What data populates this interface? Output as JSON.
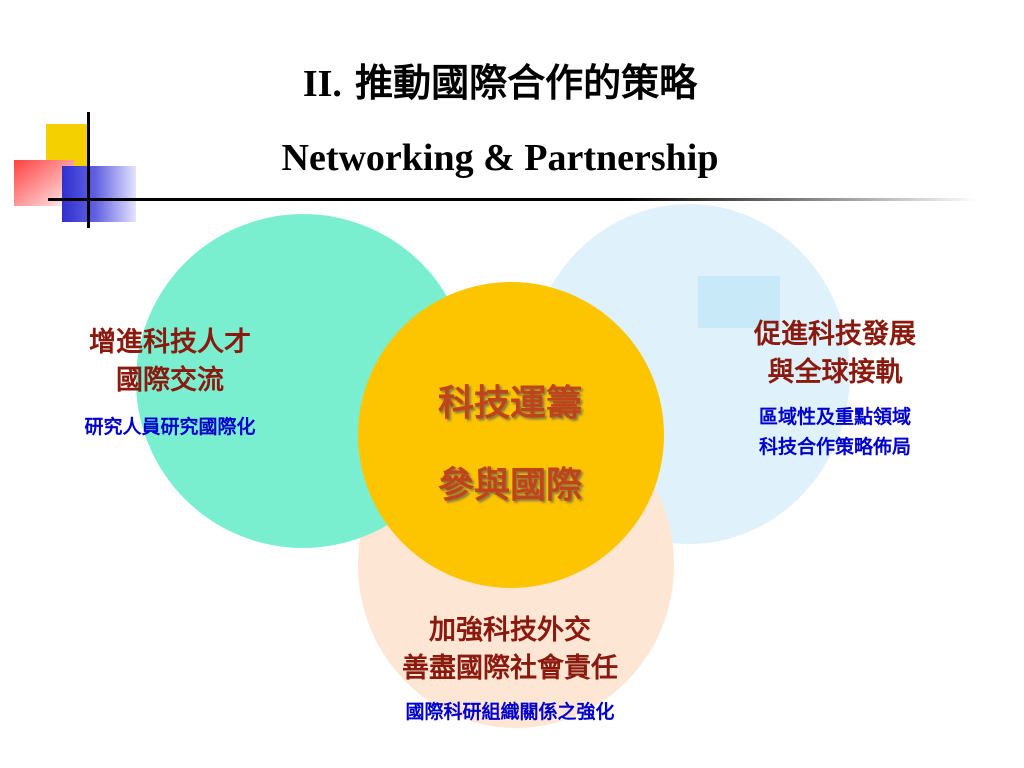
{
  "title": {
    "roman": "II.",
    "zh": " 推動國際合作的策略",
    "en": "Networking & Partnership"
  },
  "center": {
    "line1": "科技運籌",
    "line2": "參與國際"
  },
  "left": {
    "line1": "增進科技人才",
    "line2": "國際交流",
    "sub": "研究人員研究國際化"
  },
  "right": {
    "line1": "促進科技發展",
    "line2": "與全球接軌",
    "sub1": "區域性及重點領域",
    "sub2": "科技合作策略佈局"
  },
  "bottom": {
    "line1": "加強科技外交",
    "line2": "善盡國際社會責任",
    "sub": "國際科研組織關係之強化"
  },
  "colors": {
    "green_circle": "#7aefd0",
    "blue_circle": "#dff1fb",
    "peach_circle": "#fde6d4",
    "yellow_circle": "#fcc500",
    "heading_text": "#8b1a0e",
    "sub_text": "#0000cc",
    "center_text": "#c0441a"
  }
}
